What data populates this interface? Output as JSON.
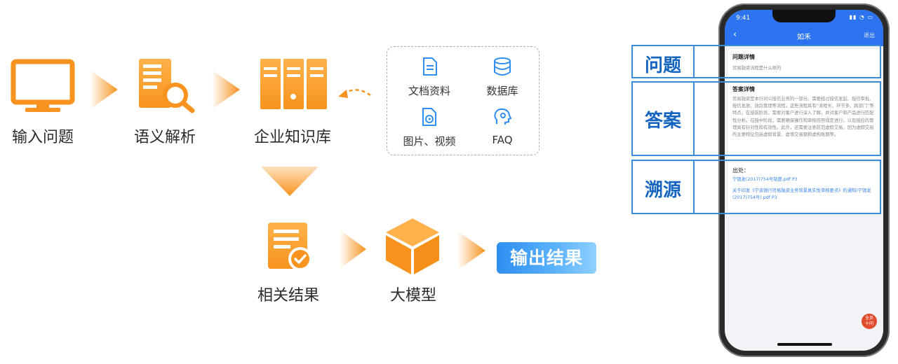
{
  "flow": {
    "step_input": "输入问题",
    "step_parse": "语义解析",
    "step_kb": "企业知识库",
    "step_related": "相关结果",
    "step_llm": "大模型",
    "output": "输出结果"
  },
  "sources": [
    {
      "label": "文档资料",
      "icon": "document-icon"
    },
    {
      "label": "数据库",
      "icon": "database-icon"
    },
    {
      "label": "图片、视频",
      "icon": "image-video-icon"
    },
    {
      "label": "FAQ",
      "icon": "faq-icon"
    }
  ],
  "callouts": {
    "question": "问题",
    "answer": "答案",
    "source": "溯源"
  },
  "phone": {
    "time": "9:41",
    "nav_title": "如禾",
    "exit": "退出",
    "question_heading": "问题详情",
    "question_text": "贸易融资流程是什么样的",
    "answer_heading": "答案详情",
    "answer_text": "贸易融资是本行对公授信业务的一部分。需要经过授信发起、授信审批、授信发放、放后管理等流程。这些流程具有“流程长、环节多、跨部门”等特点。在授前阶段，需要对客户进行深入了解，并对客户和产品进行匹配性分析。在授中阶段，需要确保操作和审核按照规定进行，以及授后的管理具有针对性和有效性。此外，还需要注意防范虚假交易。因为虚假交易的主要特征包括虚假背景、虚增交易额和虚构账期等。",
    "source_heading": "出处：",
    "source_link_1": "宁银发(2017)754号制度.pdf P3",
    "source_link_2": "关于印发《宁波银行贸易融资业务背景真实性审核要点》的通知(宁银发(2017)754号).pdf P3",
    "seal_text": "全员\n十问"
  },
  "colors": {
    "orange": "#f7931e",
    "blue": "#2d73f0",
    "callout_border": "#3d8cd8",
    "callout_text": "#1565c0"
  }
}
